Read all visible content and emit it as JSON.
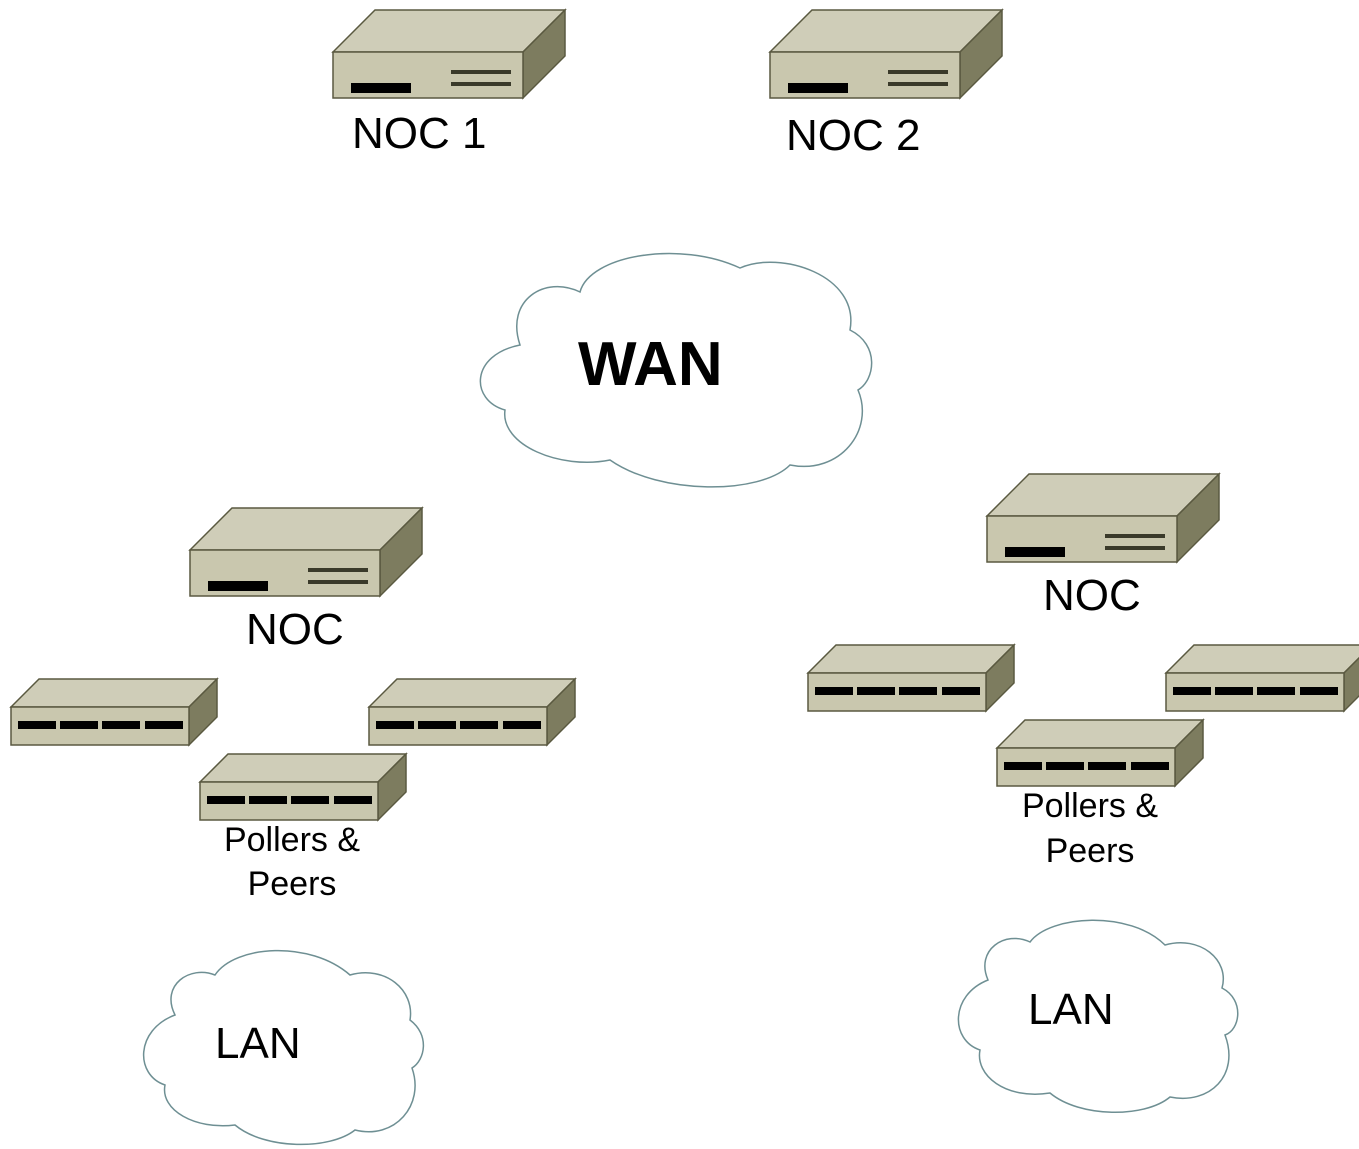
{
  "colors": {
    "device_top": "#cfcdb8",
    "device_front": "#c9c7ae",
    "device_side": "#7d7c5f",
    "device_outline": "#5a5940",
    "slot": "#000000",
    "cloud_outline": "#6e8f93",
    "cloud_fill": "#ffffff"
  },
  "top": {
    "noc1": "NOC 1",
    "noc2": "NOC 2"
  },
  "wan": {
    "label": "WAN"
  },
  "left_site": {
    "noc": "NOC",
    "pollers_line1": "Pollers &",
    "pollers_line2": "Peers",
    "lan": "LAN"
  },
  "right_site": {
    "noc": "NOC",
    "pollers_line1": "Pollers &",
    "pollers_line2": "Peers",
    "lan": "LAN"
  }
}
